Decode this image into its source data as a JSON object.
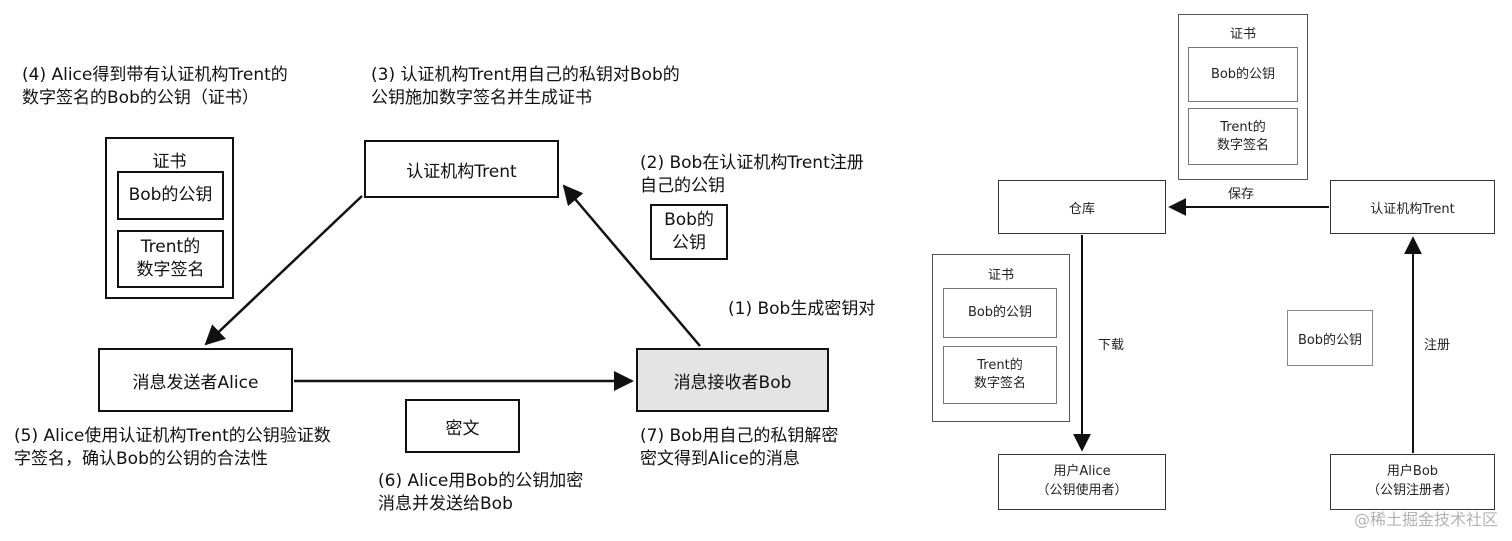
{
  "left": {
    "nodes": {
      "trent": "认证机构Trent",
      "alice": "消息发送者Alice",
      "bob": "消息接收者Bob",
      "bob_key": "Bob的\n公钥",
      "ciphertext": "密文"
    },
    "certificate": {
      "title": "证书",
      "pubkey": "Bob的公钥",
      "signature": "Trent的\n数字签名"
    },
    "steps": {
      "s1": "(1) Bob生成密钥对",
      "s2": "(2) Bob在认证机构Trent注册\n自己的公钥",
      "s3": "(3) 认证机构Trent用自己的私钥对Bob的\n公钥施加数字签名并生成证书",
      "s4": "(4) Alice得到带有认证机构Trent的\n数字签名的Bob的公钥（证书）",
      "s5": "(5) Alice使用认证机构Trent的公钥验证数\n字签名，确认Bob的公钥的合法性",
      "s6": "(6) Alice用Bob的公钥加密\n消息并发送给Bob",
      "s7": "(7) Bob用自己的私钥解密\n密文得到Alice的消息"
    }
  },
  "right": {
    "top_certificate": {
      "title": "证书",
      "pubkey": "Bob的公钥",
      "signature": "Trent的\n数字签名"
    },
    "repo_certificate": {
      "title": "证书",
      "pubkey": "Bob的公钥",
      "signature": "Trent的\n数字签名"
    },
    "nodes": {
      "repository": "仓库",
      "trent": "认证机构Trent",
      "bob_key": "Bob的公钥",
      "alice": "用户Alice\n（公钥使用者）",
      "bob": "用户Bob\n（公钥注册者）"
    },
    "edges": {
      "save": "保存",
      "download": "下载",
      "register": "注册"
    }
  },
  "watermark": "@稀土掘金技术社区"
}
